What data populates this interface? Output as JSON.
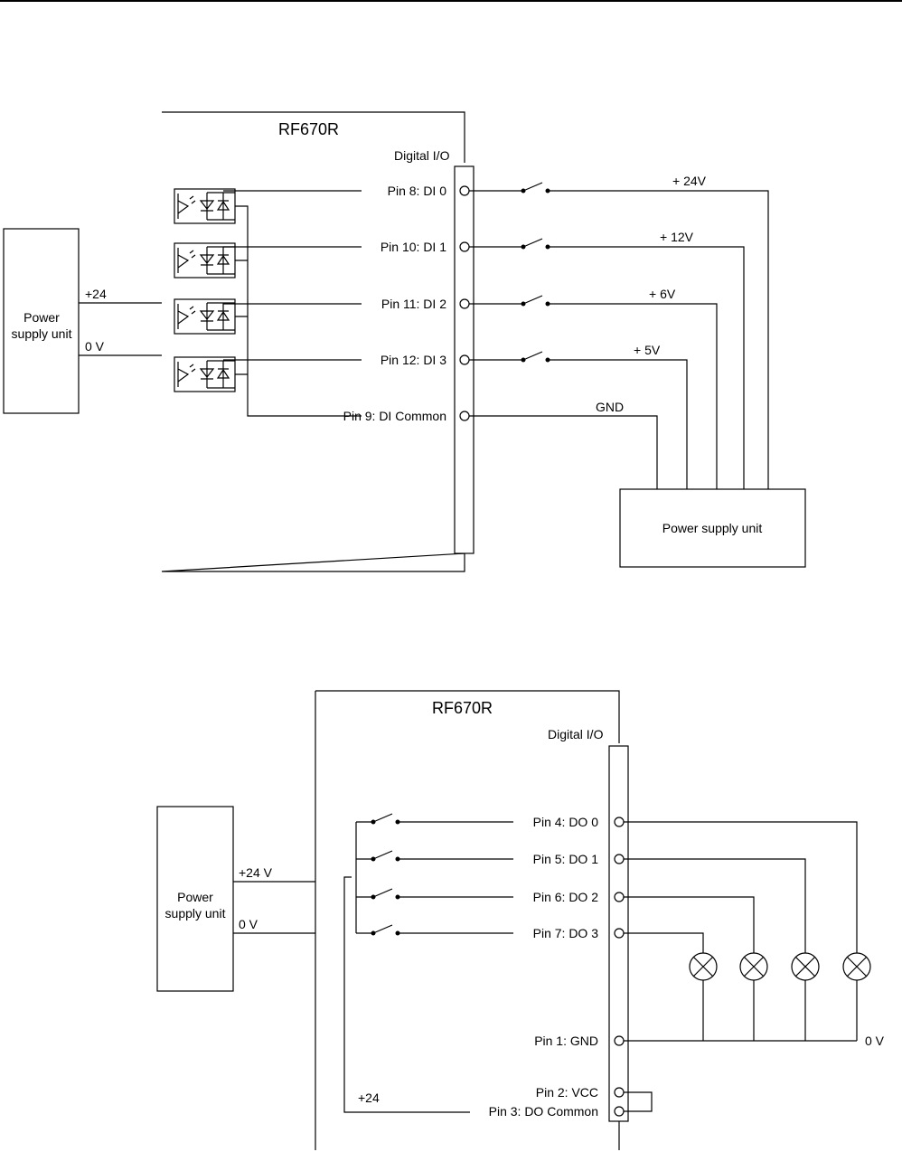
{
  "inputs_diagram": {
    "device_name": "RF670R",
    "connector_label": "Digital I/O",
    "psu_left": {
      "line1": "Power",
      "line2": "supply unit",
      "plus_label": "+24",
      "zero_label": "0 V"
    },
    "psu_right": {
      "label": "Power supply unit"
    },
    "pins": [
      {
        "label": "Pin 8: DI 0",
        "voltage": "+ 24V"
      },
      {
        "label": "Pin 10: DI 1",
        "voltage": "+ 12V"
      },
      {
        "label": "Pin 11: DI 2",
        "voltage": "+ 6V"
      },
      {
        "label": "Pin 12: DI 3",
        "voltage": "+ 5V"
      }
    ],
    "common_pin": {
      "label": "Pin 9: DI Common",
      "voltage": "GND"
    }
  },
  "outputs_diagram": {
    "device_name": "RF670R",
    "connector_label": "Digital I/O",
    "psu": {
      "line1": "Power",
      "line2": "supply unit",
      "plus_label": "+24 V",
      "zero_label": "0 V"
    },
    "pins": [
      {
        "label": "Pin 4: DO 0"
      },
      {
        "label": "Pin 5: DO 1"
      },
      {
        "label": "Pin 6: DO 2"
      },
      {
        "label": "Pin 7: DO 3"
      }
    ],
    "gnd_pin": {
      "label": "Pin 1: GND"
    },
    "vcc_pin": {
      "label": "Pin 2: VCC"
    },
    "common_pin": {
      "label": "Pin 3: DO Common"
    },
    "plus_label": "+24",
    "zero_label": "0 V"
  }
}
